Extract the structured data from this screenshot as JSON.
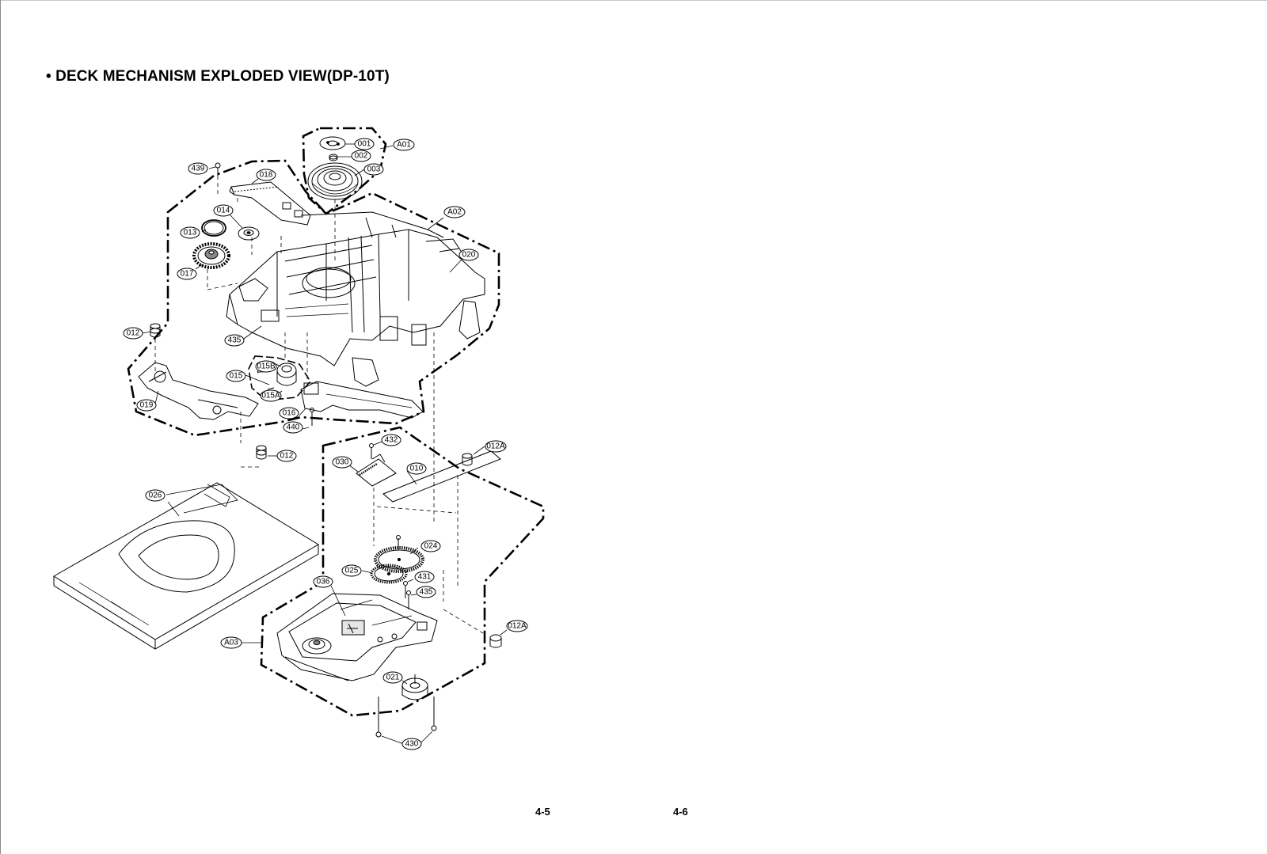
{
  "page": {
    "title": "• DECK MECHANISM EXPLODED VIEW(DP-10T)",
    "page_numbers": [
      "4-5",
      "4-6"
    ]
  },
  "diagram": {
    "callouts": [
      "001",
      "002",
      "003",
      "A01",
      "439",
      "018",
      "A02",
      "014",
      "013",
      "020",
      "017",
      "012",
      "435",
      "015B",
      "015",
      "015A",
      "019",
      "016",
      "440",
      "012",
      "432",
      "012A",
      "030",
      "010",
      "026",
      "024",
      "025",
      "431",
      "036",
      "435",
      "012A",
      "A03",
      "021",
      "430"
    ]
  }
}
